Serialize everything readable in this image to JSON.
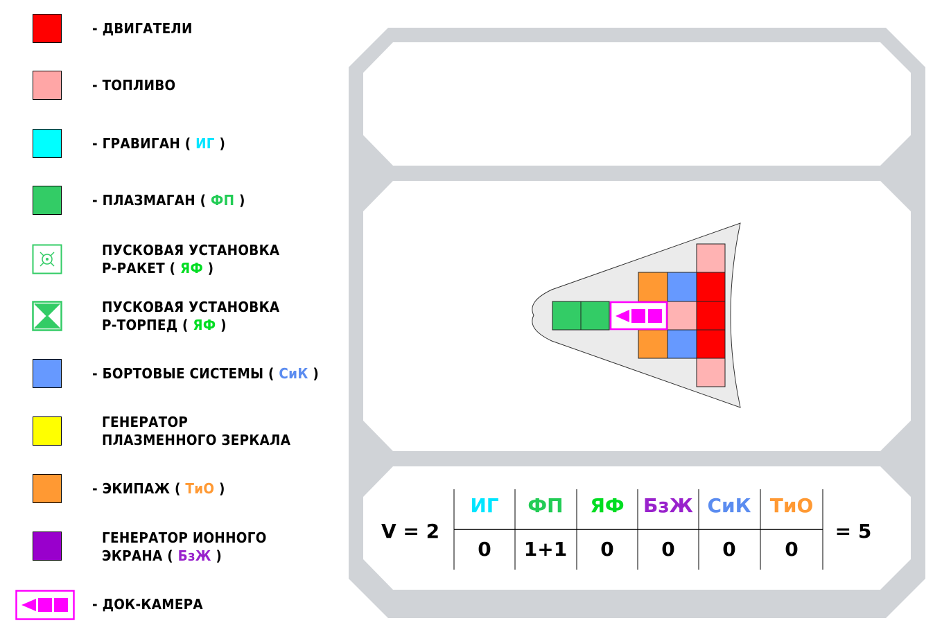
{
  "legend": {
    "items": [
      {
        "id": "engines",
        "label": "- ДВИГАТЕЛИ",
        "color": "#ff0000"
      },
      {
        "id": "fuel",
        "label": "- ТОПЛИВО",
        "color": "#ffa6a6"
      },
      {
        "id": "gravigun",
        "label": "- ГРАВИГАН (",
        "abbr": "ИГ",
        "tail": ")",
        "color": "#00ffff",
        "abbr_color": "#00e5ff"
      },
      {
        "id": "plasmagun",
        "label": "- ПЛАЗМАГАН (",
        "abbr": "ФП",
        "tail": ")",
        "color": "#33cc66",
        "abbr_color": "#22cc55"
      },
      {
        "id": "rocket-launcher",
        "line1": "ПУСКОВАЯ УСТАНОВКА",
        "line2": "Р-РАКЕТ (",
        "abbr": "ЯФ",
        "tail": ")",
        "abbr_color": "#00dd22",
        "icon": "rocket-launcher-icon"
      },
      {
        "id": "torpedo-launcher",
        "line1": "ПУСКОВАЯ УСТАНОВКА",
        "line2": "Р-ТОРПЕД (",
        "abbr": "ЯФ",
        "tail": ")",
        "abbr_color": "#00dd22",
        "icon": "torpedo-launcher-icon"
      },
      {
        "id": "onboard-systems",
        "label": "- БОРТОВЫЕ СИСТЕМЫ (",
        "abbr": "СиК",
        "tail": ")",
        "color": "#6699ff",
        "abbr_color": "#5b8cf0"
      },
      {
        "id": "plasma-mirror",
        "line1": "ГЕНЕРАТОР",
        "line2": "ПЛАЗМЕННОГО ЗЕРКАЛА",
        "color": "#ffff00"
      },
      {
        "id": "crew",
        "label": "- ЭКИПАЖ (",
        "abbr": "ТиО",
        "tail": ")",
        "color": "#ff9933",
        "abbr_color": "#ff9933"
      },
      {
        "id": "ion-screen",
        "line1": "ГЕНЕРАТОР ИОННОГО",
        "line2": "ЭКРАНА (",
        "abbr": "БзЖ",
        "tail": ")",
        "color": "#9900cc",
        "abbr_color": "#9922cc"
      },
      {
        "id": "dock",
        "label": "- ДОК-КАМЕРА",
        "color": "#ff00ff",
        "icon": "dock-chamber-icon"
      }
    ]
  },
  "stats": {
    "velocity": "V = 2",
    "headers": [
      {
        "text": "ИГ",
        "color": "#00e5ff"
      },
      {
        "text": "ФП",
        "color": "#22cc55"
      },
      {
        "text": "ЯФ",
        "color": "#00dd22"
      },
      {
        "text": "БзЖ",
        "color": "#9922cc"
      },
      {
        "text": "СиК",
        "color": "#5b8cf0"
      },
      {
        "text": "ТиО",
        "color": "#ff9933"
      }
    ],
    "values": [
      "0",
      "1+1",
      "0",
      "0",
      "0",
      "0"
    ],
    "total": "= 5"
  },
  "colors": {
    "frame": "#d0d3d7",
    "hull": "#ebebeb",
    "engine": "#ff0000",
    "fuel": "#ffb3b3",
    "systems": "#6699ff",
    "crew": "#ff9933",
    "plasma": "#33cc66",
    "dock": "#ff00ff"
  }
}
